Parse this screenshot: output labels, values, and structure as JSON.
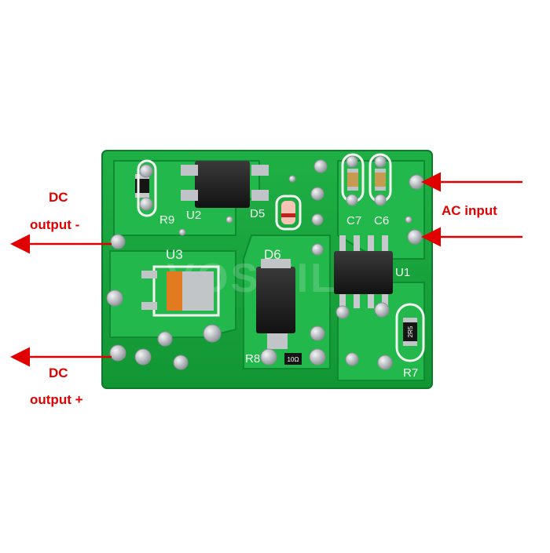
{
  "callouts": {
    "dc_minus_line1": "DC",
    "dc_minus_line2": "output -",
    "dc_plus_line1": "DC",
    "dc_plus_line2": "output +",
    "ac_input": "AC input"
  },
  "silkscreen": {
    "r9": "R9",
    "u2": "U2",
    "d5": "D5",
    "c7": "C7",
    "c6": "C6",
    "u3": "U3",
    "d6": "D6",
    "u1": "U1",
    "r8": "R8",
    "r7": "R7"
  },
  "component_markings": {
    "r9_code": "",
    "r8_code": "10Ω",
    "r7_code": "2R5"
  },
  "watermark": "VOSMILE",
  "colors": {
    "board": "#18a33c",
    "board_dark": "#0f7e2c",
    "silkscreen": "#f2f7f0",
    "solder": "#b9bcbf",
    "arrow": "#e00000"
  }
}
